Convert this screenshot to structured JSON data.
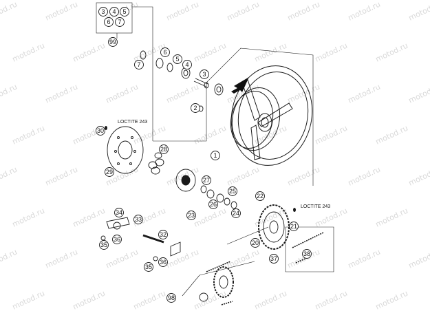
{
  "watermark": "motod.ru",
  "loctite_labels": [
    "LOCTITE 243",
    "LOCTITE 243"
  ],
  "callouts": [
    "3",
    "4",
    "5",
    "6",
    "7",
    "99",
    "6",
    "7",
    "5",
    "4",
    "3",
    "2",
    "1",
    "30",
    "29",
    "28",
    "27",
    "23",
    "26",
    "25",
    "24",
    "22",
    "20",
    "21",
    "34",
    "33",
    "36",
    "35",
    "32",
    "36",
    "35",
    "37",
    "38",
    "98"
  ],
  "colors": {
    "line": "#1a1a1a",
    "watermark": "#b9b9b9",
    "background": "#ffffff"
  }
}
